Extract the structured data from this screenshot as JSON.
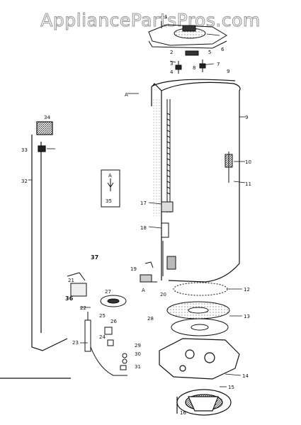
{
  "watermark": "AppliancePartsPros.com",
  "inset_label": "A",
  "inset_number": "35",
  "callouts": [
    "1",
    "2",
    "3",
    "4",
    "5",
    "6",
    "7",
    "8",
    "9",
    "9",
    "10",
    "11",
    "12",
    "13",
    "14",
    "15",
    "16",
    "17",
    "18",
    "19",
    "20",
    "21",
    "22",
    "23",
    "24",
    "25",
    "26",
    "27",
    "28",
    "29",
    "30",
    "31",
    "32",
    "33",
    "34",
    "36",
    "37",
    "A",
    "A"
  ]
}
